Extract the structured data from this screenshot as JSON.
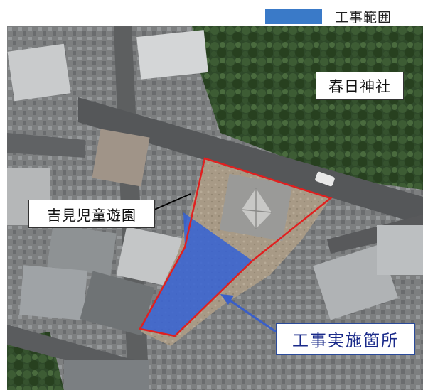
{
  "legend": {
    "label": "工事範囲",
    "swatch_color": "#3a7ac8"
  },
  "labels": {
    "shrine": "春日神社",
    "park": "吉見児童遊園",
    "site": "工事実施箇所"
  },
  "colors": {
    "boundary": "#e02020",
    "work_area": "#2f5fd8",
    "arrow": "#3a5fc8"
  }
}
